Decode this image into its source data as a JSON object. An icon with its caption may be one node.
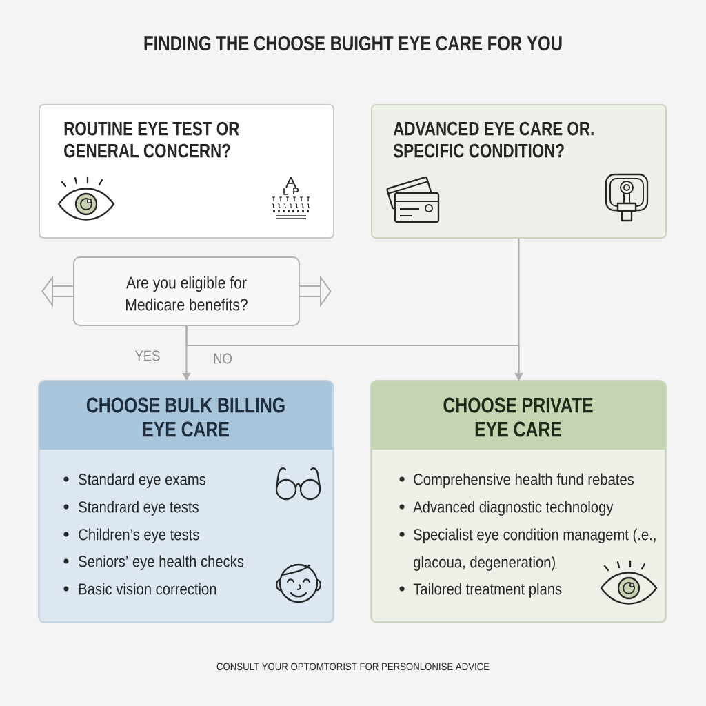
{
  "diagram": {
    "title": "FINDING THE CHOOSE BUIGHT EYE CARE FOR YOU",
    "nodes": [
      {
        "text": [
          "ROUTINE EYE TEST OR GENERAL CONCERN?"
        ]
      },
      {
        "text": [
          "ADVANCED EYE CARE OR. SPECIFIC CONDITION?"
        ]
      },
      {
        "text": [
          "Are you eligible for Medicare benefits?"
        ]
      },
      {
        "text": [
          "CHOOSE BULK BILLING EYE CARE",
          "Standard eye exams",
          "Standrard eye tests",
          "Children’s eye tests",
          "Seniors’ eye health checks",
          "Basic vision correction"
        ]
      },
      {
        "text": [
          "CHOOSE PRIVATE EYE CARE",
          "Comprehensive health fund rebates",
          "Advanced diagnostic technology",
          "Specialist eye condition managemt (.e., glacoua, degeneration)",
          "Tailored treatment plans"
        ]
      }
    ],
    "edges": [
      {
        "from": 2,
        "to": 3,
        "arrow": "to",
        "label": "YES"
      },
      {
        "from": 2,
        "to": 4,
        "arrow": "to",
        "label": "NO"
      },
      {
        "from": 1,
        "to": 4,
        "arrow": "to"
      },
      {
        "from": 2,
        "to": null,
        "arrow": "to",
        "style": "thick"
      },
      {
        "from": 2,
        "to": null,
        "arrow": "to",
        "style": "thick"
      }
    ],
    "labels": [
      "CONSULT YOUR OPTOMTORIST FOR PERSONLONISE ADVICE"
    ]
  }
}
